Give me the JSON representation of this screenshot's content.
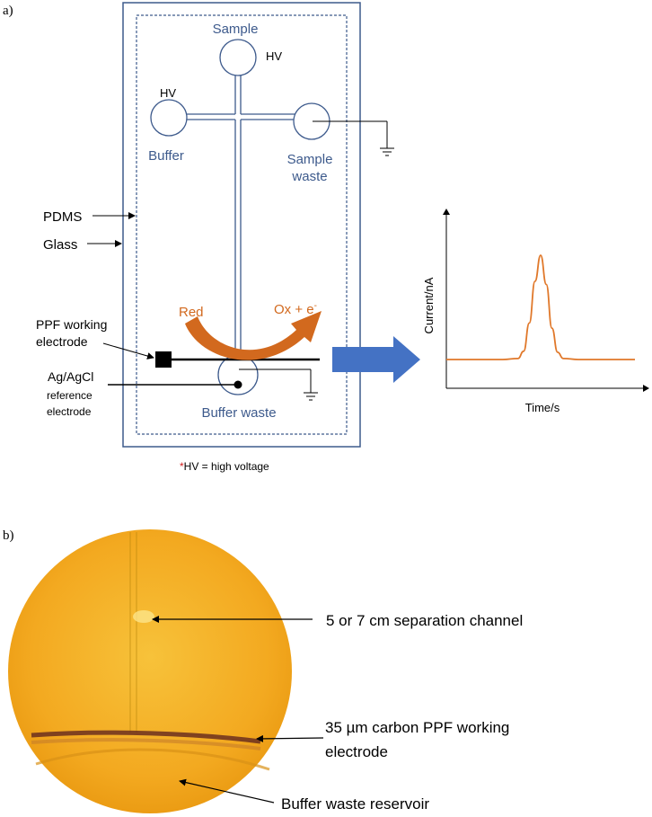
{
  "panel_a": {
    "label": "a)",
    "reservoirs": {
      "sample": "Sample",
      "sample_hv": "HV",
      "buffer_hv": "HV",
      "buffer": "Buffer",
      "sample_waste_line1": "Sample",
      "sample_waste_line2": "waste",
      "buffer_waste": "Buffer waste"
    },
    "layers": {
      "pdms": "PDMS",
      "glass": "Glass"
    },
    "electrodes": {
      "ppf_line1": "PPF working",
      "ppf_line2": "electrode",
      "agagcl_line1": "Ag/AgCl",
      "agagcl_line2": "reference",
      "agagcl_line3": "electrode"
    },
    "reaction": {
      "red": "Red",
      "ox": "Ox + e",
      "ox_superscript": "-"
    },
    "footnote": {
      "asterisk": "*",
      "text": "HV = high voltage"
    },
    "colors": {
      "chip_blue": "#3d5a8c",
      "reaction_orange": "#d2691e",
      "arrow_blue": "#4472c4",
      "trace_orange": "#e0782a"
    }
  },
  "chart_data": {
    "type": "line",
    "xlabel": "Time/s",
    "ylabel": "Current/nA",
    "x": [
      0,
      0.3,
      0.38,
      0.41,
      0.44,
      0.47,
      0.5,
      0.53,
      0.56,
      0.59,
      0.62,
      0.7,
      1.0
    ],
    "y": [
      0,
      0,
      0.01,
      0.08,
      0.35,
      0.75,
      1.0,
      0.72,
      0.3,
      0.07,
      0.01,
      0,
      0
    ],
    "grid": false
  },
  "panel_b": {
    "label": "b)",
    "annotations": {
      "channel": "5 or 7 cm separation channel",
      "electrode_line1": "35 µm carbon PPF working",
      "electrode_line2": "electrode",
      "reservoir": "Buffer waste reservoir"
    }
  }
}
